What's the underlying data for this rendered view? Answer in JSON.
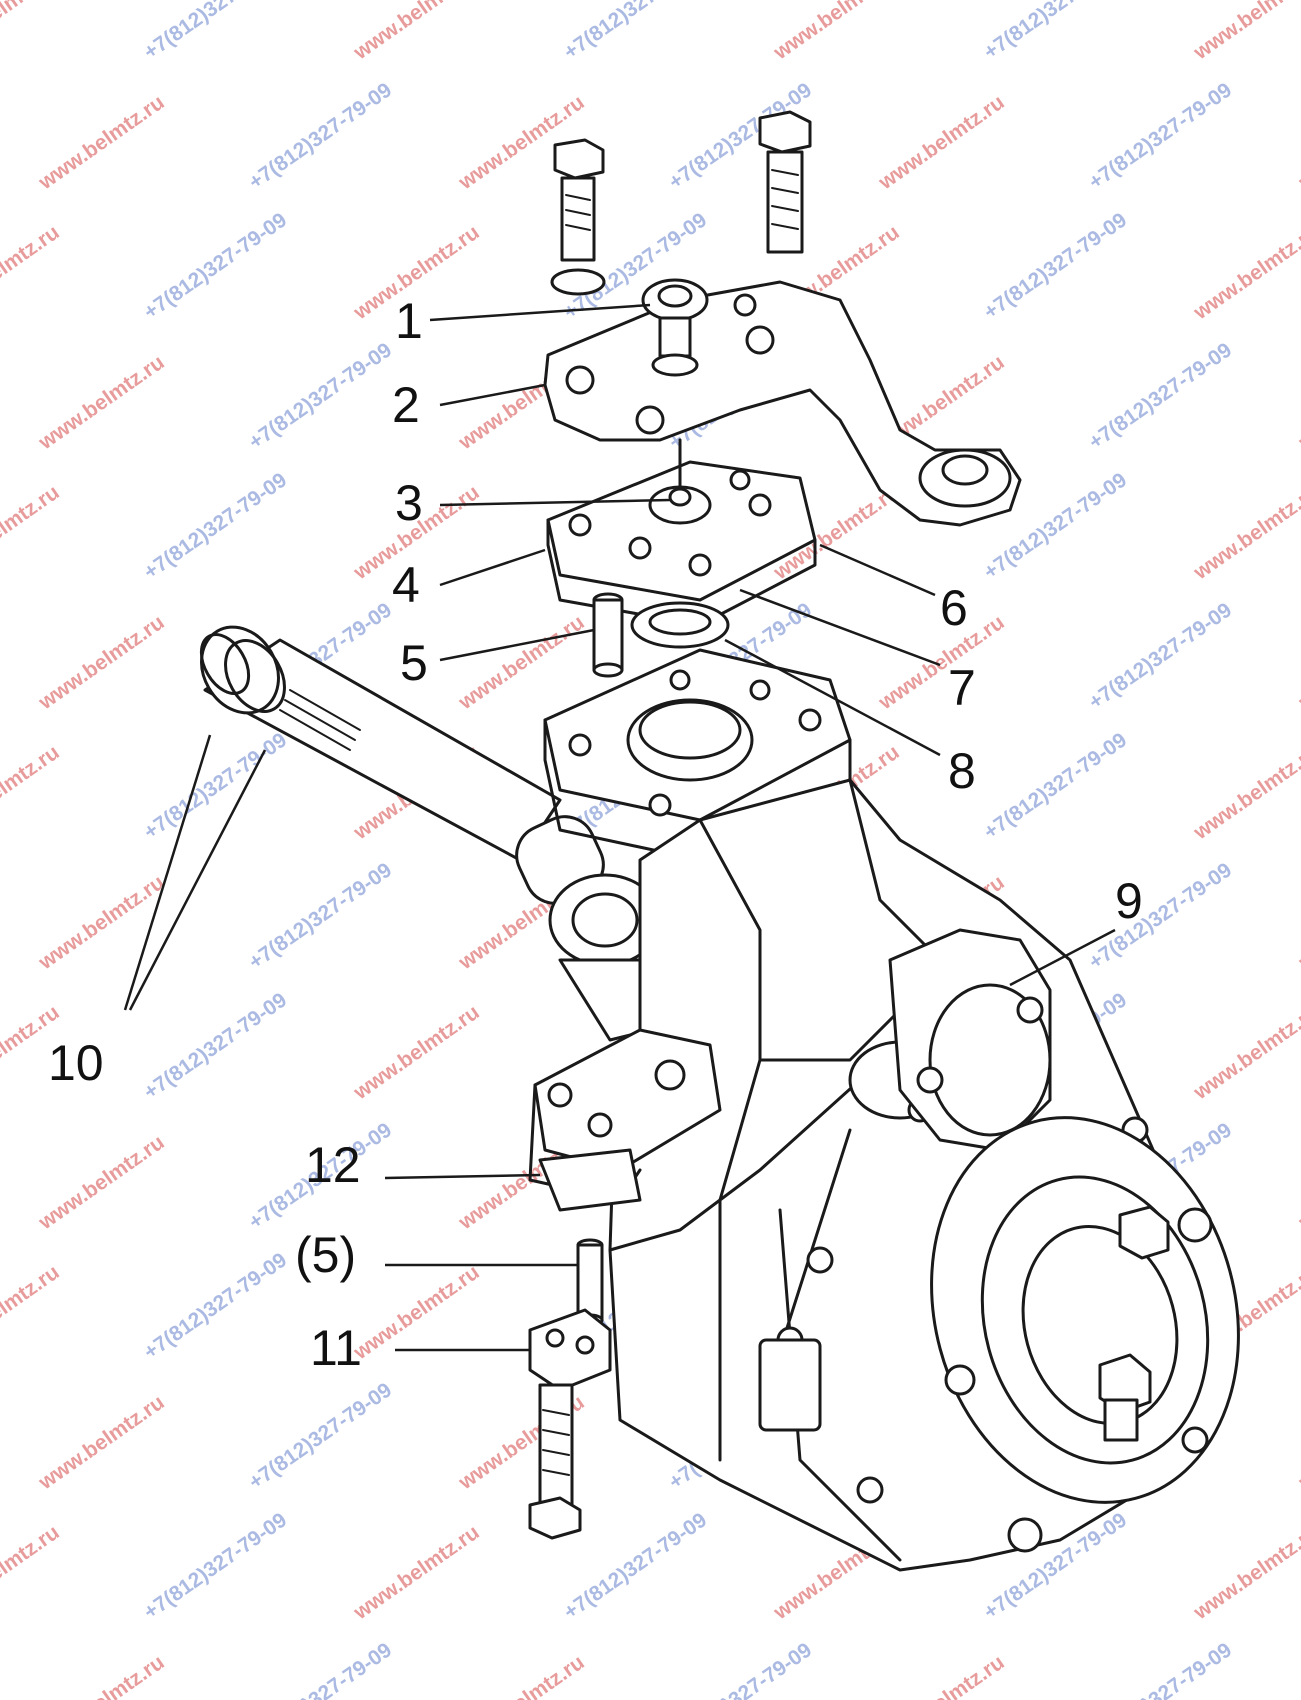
{
  "watermarks": {
    "site": "www.belmtz.ru",
    "phone": "+7(812)327-79-09",
    "site_color": "#e07a7a",
    "phone_color": "#8fa3d9"
  },
  "callouts": [
    "1",
    "2",
    "3",
    "4",
    "5",
    "6",
    "7",
    "8",
    "9",
    "10",
    "11",
    "12",
    "(5)"
  ]
}
